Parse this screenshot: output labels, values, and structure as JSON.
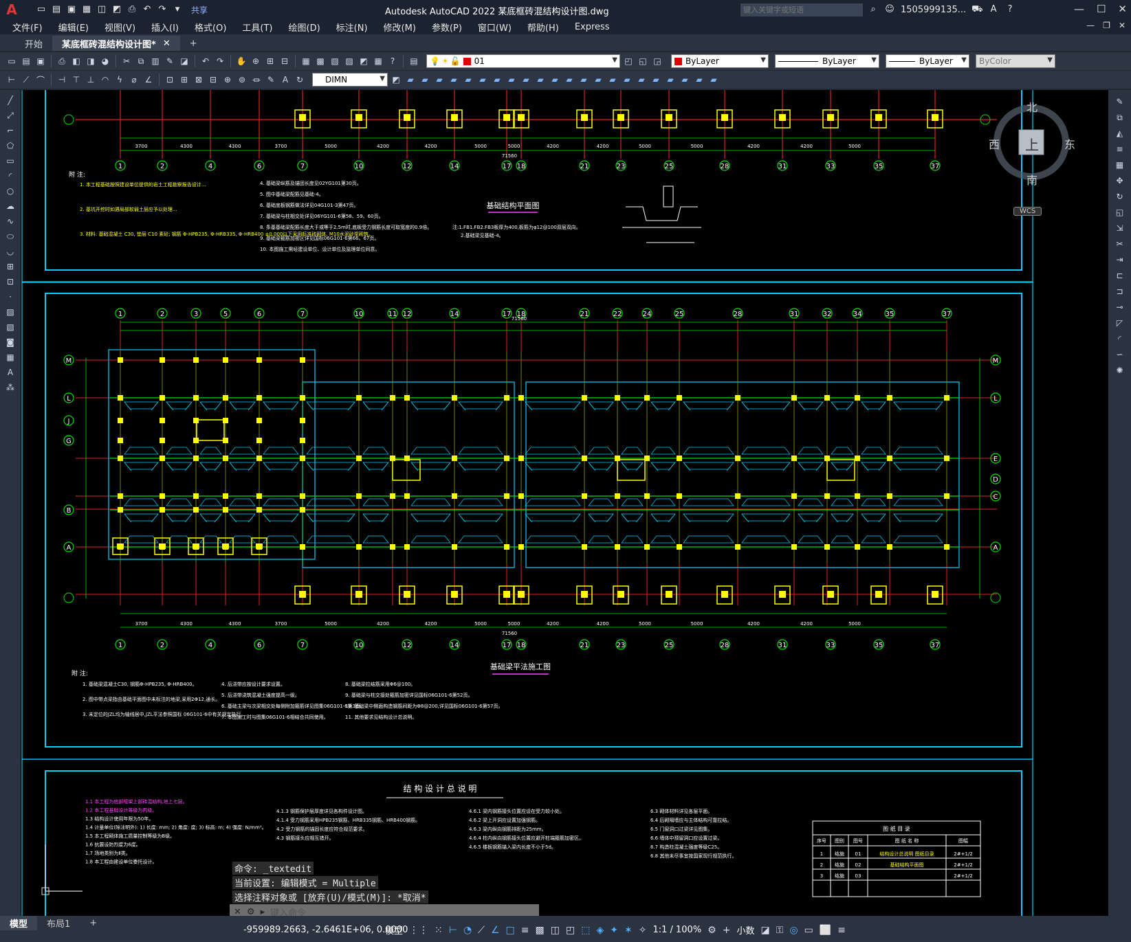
{
  "app": {
    "logo": "A",
    "title": "Autodesk AutoCAD 2022    某底框砖混结构设计图.dwg",
    "share": "共享",
    "search_placeholder": "键入关键字或短语",
    "user": "1505999135...",
    "win_min": "—",
    "win_max": "☐",
    "win_close": "✕"
  },
  "menu": [
    "文件(F)",
    "编辑(E)",
    "视图(V)",
    "插入(I)",
    "格式(O)",
    "工具(T)",
    "绘图(D)",
    "标注(N)",
    "修改(M)",
    "参数(P)",
    "窗口(W)",
    "帮助(H)",
    "Express"
  ],
  "tabs": {
    "start": "开始",
    "doc": "某底框砖混结构设计图*",
    "add": "+"
  },
  "toolbar": {
    "layer": "01",
    "color": "ByLayer",
    "linetype": "ByLayer",
    "lineweight": "ByLayer",
    "plotstyle": "ByColor",
    "dimstyle": "DIMN"
  },
  "drawing": {
    "plan1_title": "基础结构平面图",
    "plan1_note": "注:1.FB1.FB2.FB3板厚为400,板筋为φ12@100双层双向。",
    "plan1_note2": "2.基础梁见基础-4。",
    "plan2_title": "基础梁平法施工图",
    "design_title": "结 构 设 计 总 说 明",
    "notes_label": "附 注:",
    "total_dim": "71560",
    "catalog_title": "图 纸 目 录",
    "catalog_headers": [
      "序号",
      "图别",
      "图号",
      "图 纸 名 称",
      "图幅"
    ],
    "catalog_rows": [
      [
        "1",
        "结施",
        "01",
        "结构设计总说明 图纸目录",
        "2#+1/2"
      ],
      [
        "2",
        "结施",
        "02",
        "基础结构平面图",
        "2#+1/2"
      ],
      [
        "3",
        "结施",
        "03",
        "",
        "2#+1/2"
      ]
    ],
    "axis_numbers": [
      "1",
      "2",
      "4",
      "6",
      "7",
      "10",
      "12",
      "14",
      "17",
      "18",
      "21",
      "23",
      "25",
      "28",
      "31",
      "33",
      "35",
      "37"
    ],
    "axis_numbers2": [
      "1",
      "2",
      "3",
      "5",
      "6",
      "7",
      "10",
      "11",
      "12",
      "14",
      "17",
      "18",
      "21",
      "22",
      "24",
      "25",
      "28",
      "31",
      "32",
      "34",
      "35",
      "37"
    ],
    "axis_letters_left": [
      "M",
      "L",
      "J",
      "G",
      "B",
      "A"
    ],
    "axis_letters_right": [
      "M",
      "L",
      "E",
      "D",
      "C",
      "A"
    ],
    "bottom_dims": [
      "3700",
      "4300",
      "4300",
      "3700",
      "5000",
      "4200",
      "4200",
      "5000",
      "5000",
      "4200",
      "4200",
      "5000",
      "5000",
      "4200",
      "4200",
      "5000"
    ],
    "notes_block1": [
      "1. 本工程基础按照建设单位提供的岩土工程勘察报告设计...",
      "2. 基坑开挖时如遇局部软弱土层应予以处理...",
      "3. 材料: 基础混凝土 C30, 垫层 C10 素砼; 钢筋 Φ-HPB235, Φ-HRB335, Φ-HRB400 ±0.000以下采用标准砖砌体, M10水泥砂浆砌筑。"
    ],
    "notes_block2": [
      "4. 基础梁纵筋及锚固长度见02YG101第30页。",
      "5. 图中基础梁配筋见基础-4。",
      "6. 基础底板钢筋做法详见04G101-3第47页。",
      "7. 基础梁与柱相交处详见06YG101-6第58、59、60页。",
      "8. 条基基础梁配筋长度大于或等于2.5m时,底板受力钢筋长度可取宽度的0.9倍。",
      "9. 基础梁箍筋加密区详见国标06G101-6第66、67页。",
      "10. 本图施工需经建设单位、设计单位及监理单位同意。"
    ],
    "notes_block3": [
      "1. 基础梁混凝土C30, 钢筋Φ-HPB235, Φ-HRB400。",
      "2. 图中带点梁指由基础平面图中未标注的地梁,采用2Φ12,通长。",
      "3. 未定位的JZL均为轴线居中,JZL平法参照国标 06G101-6中有关规定执行。"
    ],
    "notes_block4": [
      "4. 后浇带应按设计要求设置。",
      "5. 后浇带浇筑混凝土强度提高一级。",
      "6. 基础主梁与次梁相交处每侧附加箍筋详见图集06G101-6第3页。",
      "7. 本图施工时与图集06G101-6相结合共同使用。"
    ],
    "notes_block5": [
      "8. 基础梁拉结筋采用Φ6@100。",
      "9. 基础梁与柱交接处箍筋加密详见国标06G101-6第52页。",
      "10. 基础梁中侧面构造钢筋间距为Φ8@200,详见国标06G101-6第57页。",
      "11. 其他要求见结构设计总说明。"
    ],
    "design_items": [
      "1.1 本工程为底部框架上部砖混结构,地上七层。",
      "1.2 本工程基础设计等级为丙级。",
      "1.3 结构设计使用年限为50年。",
      "1.4 计量单位(除注明外): 1) 长度: mm; 2) 角度: 度; 3) 标高: m; 4) 强度: N/mm²。",
      "1.5 本工程砌体施工质量控制等级为B级。",
      "1.6 抗震设防烈度为6度。",
      "1.7 场地类别为Ⅱ类。",
      "1.8 本工程由建设单位委托设计。"
    ],
    "design_items2": [
      "4.1.3 钢筋保护层厚度详见各构件设计图。",
      "4.1.4 受力钢筋采用HPB235钢筋、HRB335钢筋、HRB400钢筋。",
      "4.2 受力钢筋的锚固长度应符合规范要求。",
      "4.3 钢筋接头应相互错开。"
    ],
    "design_items3": [
      "4.6.1 梁内钢筋接头位置应设在受力较小处。",
      "4.6.2 梁上开洞应设置加强钢筋。",
      "4.6.3 梁内纵向钢筋排距为25mm。",
      "4.6.4 柱内纵向钢筋接头位置应避开柱端箍筋加密区。",
      "4.6.5 楼板钢筋锚入梁内长度不小于5d。"
    ],
    "design_items4": [
      "6.3 砌体材料详见各层平面。",
      "6.4 后砌隔墙应与主体结构可靠拉结。",
      "6.5 门窗洞口过梁详见图集。",
      "6.6 墙体中预留洞口应设置过梁。",
      "6.7 构造柱混凝土强度等级C25。",
      "6.8 其他未尽事宜按国家现行规范执行。"
    ]
  },
  "viewcube": {
    "north": "北",
    "south": "南",
    "east": "东",
    "west": "西",
    "top": "上",
    "wcs": "WCS"
  },
  "command": {
    "hist1": "命令: _textedit",
    "hist2": "当前设置: 编辑模式 = Multiple",
    "hist3": "选择注释对象或 [放弃(U)/模式(M)]: *取消*",
    "prompt": "键入命令"
  },
  "status": {
    "model_tab": "模型",
    "layout_tab": "布局1",
    "add": "+",
    "coords": "-959989.2663, -2.6461E+06, 0.0000",
    "space": "模型",
    "scale": "1:1 / 100%",
    "units": "小数"
  }
}
